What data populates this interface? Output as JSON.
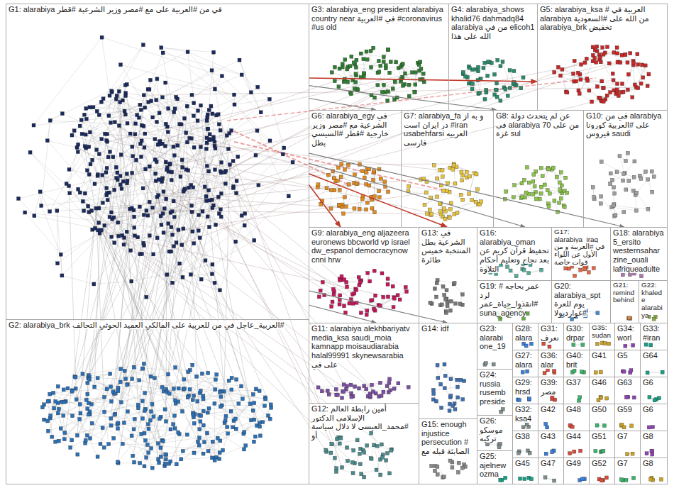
{
  "diagram": {
    "nodes": [
      {
        "text": [
          "G1: alarabiya في من #العربية على مع #مصر وزير الشرعية #قطر"
        ]
      },
      {
        "text": [
          "G3: alarabiya_eng president alarabiya country near في #العربية #coronavirus #us old"
        ]
      },
      {
        "text": [
          "G4: alarabiya_shows khalid76 dahmadq84 alarabiya من في elicoh1 الله على هذا"
        ]
      },
      {
        "text": [
          "G5: alarabiya_ksa # العربية في alarabiya من الله على #السعودية alarabiya_brk تخفيض"
        ]
      },
      {
        "text": [
          "G6: alarabiya_egy في الشرعية مع #مصر وزير خارجية #قطر #السيسي بطل"
        ]
      },
      {
        "text": [
          "G7: alarabiya_fa و به از در ایران است #iran usabehfarsi العربيه فارسی"
        ]
      },
      {
        "text": [
          "G8: عن لم يتحدث دولة في alarabiya 70 من على غزة sul"
        ]
      },
      {
        "text": [
          "G10: في من alarabiya على #العربية كورونا فيروس saudi"
        ]
      },
      {
        "text": [
          "G9: alarabiya_eng aljazeera euronews bbcworld vp israel dw_espanol democracynow cnni hrw"
        ]
      },
      {
        "text": [
          "G13: في الشرعية بطل المنتخبة خميس طائرة"
        ]
      },
      {
        "text": [
          "G16: alarabiya_oman تحفيظ قرآن كريم عن بعد نجاح وتعليم أحكام التلاوة"
        ]
      },
      {
        "text": [
          "G17: alarabiya_iraq في #العربية و من الأول عن اللواء قوات خاصة"
        ]
      },
      {
        "text": [
          "G18: alarabiya 5_ersito westernsahar zine_ouali lafriqueadulte"
        ]
      },
      {
        "text": [
          "G19: # عمر بحاجه لرد #انقذوا_حياة_عمر suna_agency"
        ]
      },
      {
        "text": [
          "G20: alarabiya_spt يوم للعرة #غوارديولا"
        ]
      },
      {
        "text": [
          "G21: remind behind"
        ]
      },
      {
        "text": [
          "G22: khalede alarabiya"
        ]
      },
      {
        "text": [
          "G2: alarabiya_brk العربية_عاجل في من للعربية على المالكي العميد الحوثي التحالف#"
        ]
      },
      {
        "text": [
          "G11: alarabiya alekhbariyatv media_ksa saudi_moia kamnapp moisaudiarabia halal99991 skynewsarabia على في"
        ]
      },
      {
        "text": [
          "G14: idf"
        ]
      },
      {
        "text": [
          "G23: alarabi one_19"
        ]
      },
      {
        "text": [
          "G28: alara"
        ]
      },
      {
        "text": [
          "G31: نعرف"
        ]
      },
      {
        "text": [
          "G30: drpar"
        ]
      },
      {
        "text": [
          "G35: sudan"
        ]
      },
      {
        "text": [
          "G34: worl"
        ]
      },
      {
        "text": [
          "G33: #iran"
        ]
      },
      {
        "text": [
          "G24: russia rusemb preside"
        ]
      },
      {
        "text": [
          "G27: alara"
        ]
      },
      {
        "text": [
          "G36: alar"
        ]
      },
      {
        "text": [
          "G40: brit"
        ]
      },
      {
        "text": [
          "G41"
        ]
      },
      {
        "text": [
          "G5"
        ]
      },
      {
        "text": [
          "G64"
        ]
      },
      {
        "text": [
          "G26: موسكو ترکیه"
        ]
      },
      {
        "text": [
          "G29: hrsd"
        ]
      },
      {
        "text": [
          "G39: مصر"
        ]
      },
      {
        "text": [
          "G37"
        ]
      },
      {
        "text": [
          "G46"
        ]
      },
      {
        "text": [
          "G63"
        ]
      },
      {
        "text": [
          "G6"
        ]
      },
      {
        "text": [
          "G32: ksa4"
        ]
      },
      {
        "text": [
          "G42"
        ]
      },
      {
        "text": [
          "G48"
        ]
      },
      {
        "text": [
          "G50"
        ]
      },
      {
        "text": [
          "G59"
        ]
      },
      {
        "text": [
          "G6"
        ]
      },
      {
        "text": [
          "G25: ajelnew ozma"
        ]
      },
      {
        "text": [
          "G38"
        ]
      },
      {
        "text": [
          "G43"
        ]
      },
      {
        "text": [
          "G44"
        ]
      },
      {
        "text": [
          "G51"
        ]
      },
      {
        "text": [
          "G7"
        ]
      },
      {
        "text": [
          "G8"
        ]
      },
      {
        "text": [
          "G45"
        ]
      },
      {
        "text": [
          "G47"
        ]
      },
      {
        "text": [
          "G49"
        ]
      },
      {
        "text": [
          "G52"
        ]
      },
      {
        "text": [
          "G7"
        ]
      },
      {
        "text": [
          "G8"
        ]
      },
      {
        "text": [
          "G12: أمين رابطة العالم الإسلامي الدكتور #محمد_العيسى لا دلال سياسة أو"
        ]
      },
      {
        "text": [
          "G15: enough injustice persecution # الصابئة قبله مع"
        ]
      }
    ],
    "edges": [
      {
        "from": 0,
        "to": 1,
        "arrow": "to"
      },
      {
        "from": 0,
        "to": 2,
        "arrow": "to"
      },
      {
        "from": 0,
        "to": 3,
        "arrow": "to"
      },
      {
        "from": 0,
        "to": 4,
        "arrow": "to"
      },
      {
        "from": 0,
        "to": 5,
        "arrow": "to"
      },
      {
        "from": 0,
        "to": 6,
        "arrow": "to"
      },
      {
        "from": 0,
        "to": 7,
        "arrow": "to"
      },
      {
        "from": 0,
        "to": 8,
        "arrow": "to"
      },
      {
        "from": 0,
        "to": 9,
        "arrow": "to"
      }
    ]
  }
}
